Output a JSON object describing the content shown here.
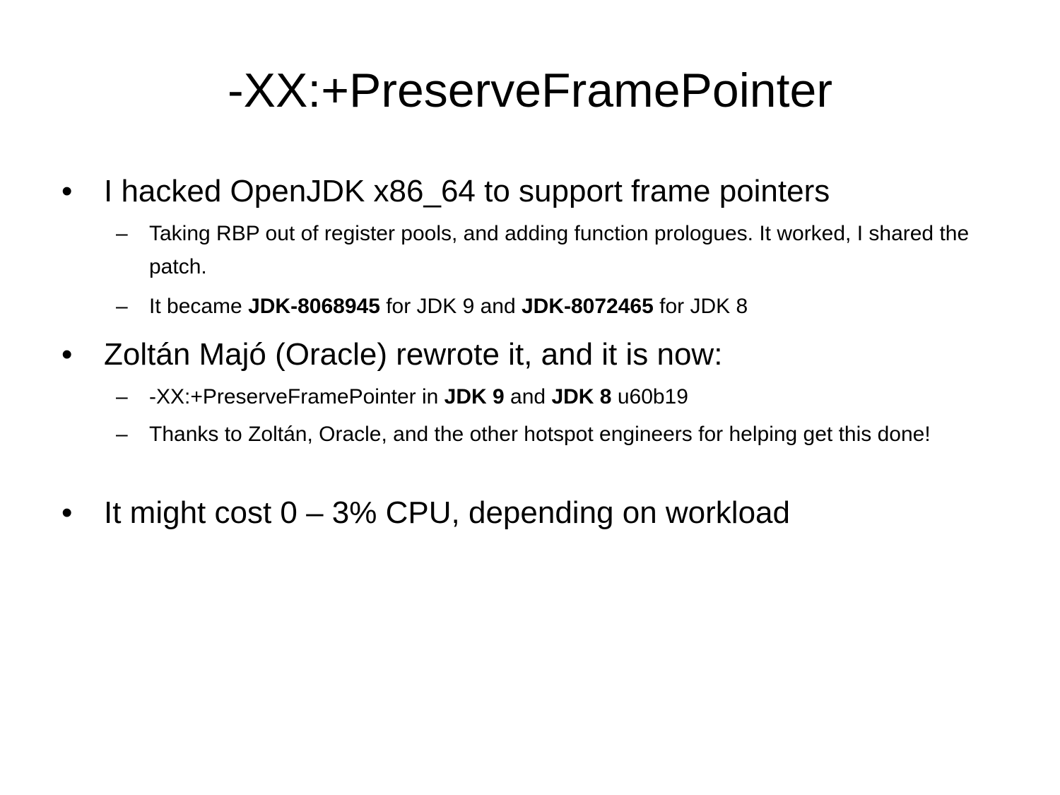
{
  "title": "-XX:+PreserveFramePointer",
  "bullets": [
    {
      "text": "I hacked OpenJDK x86_64 to support frame pointers",
      "subs": [
        {
          "segments": [
            {
              "t": "Taking RBP out of register pools, and adding function prologues. It worked, I shared the patch.",
              "b": false
            }
          ]
        },
        {
          "segments": [
            {
              "t": "It became ",
              "b": false
            },
            {
              "t": "JDK-8068945",
              "b": true
            },
            {
              "t": " for JDK 9 and ",
              "b": false
            },
            {
              "t": "JDK-8072465",
              "b": true
            },
            {
              "t": " for JDK 8",
              "b": false
            }
          ]
        }
      ]
    },
    {
      "text": "Zoltán Majó (Oracle) rewrote it, and it is now:",
      "subs": [
        {
          "segments": [
            {
              "t": "-XX:+PreserveFramePointer in ",
              "b": false
            },
            {
              "t": "JDK 9",
              "b": true
            },
            {
              "t": " and ",
              "b": false
            },
            {
              "t": "JDK 8",
              "b": true
            },
            {
              "t": " u60b19",
              "b": false
            }
          ]
        },
        {
          "segments": [
            {
              "t": "Thanks to Zoltán, Oracle, and the other hotspot engineers for helping get this done!",
              "b": false
            }
          ]
        }
      ]
    },
    {
      "text": "It might cost 0 – 3% CPU, depending on workload",
      "subs": []
    }
  ],
  "bullet_glyph": "•",
  "dash_glyph": "–"
}
